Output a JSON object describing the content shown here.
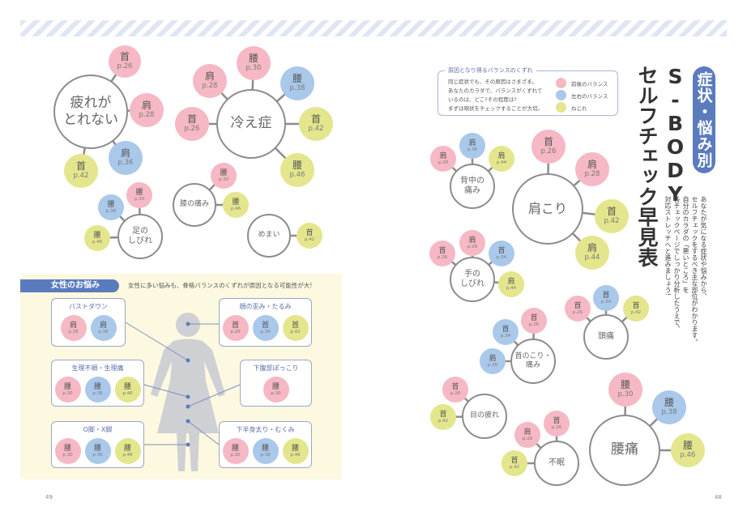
{
  "colors": {
    "pink": "#f5b8c4",
    "blue": "#a9c8ea",
    "yellow": "#e3e68c",
    "accent": "#5b7bbf"
  },
  "clusters": [
    {
      "label": "疲れが\nとれない",
      "bubbles": [
        {
          "part": "首",
          "page": "p.26",
          "type": "pink"
        },
        {
          "part": "肩",
          "page": "p.28",
          "type": "pink"
        },
        {
          "part": "肩",
          "page": "p.36",
          "type": "blue"
        },
        {
          "part": "首",
          "page": "p.42",
          "type": "yellow"
        }
      ]
    },
    {
      "label": "冷え症",
      "bubbles": [
        {
          "part": "肩",
          "page": "p.28",
          "type": "pink"
        },
        {
          "part": "腰",
          "page": "p.30",
          "type": "pink"
        },
        {
          "part": "腰",
          "page": "p.38",
          "type": "blue"
        },
        {
          "part": "首",
          "page": "p.42",
          "type": "yellow"
        },
        {
          "part": "腰",
          "page": "p.46",
          "type": "yellow"
        },
        {
          "part": "首",
          "page": "p.26",
          "type": "pink"
        }
      ]
    },
    {
      "label": "足の\nしびれ",
      "bubbles": [
        {
          "part": "腰",
          "page": "p.30",
          "type": "pink"
        },
        {
          "part": "腰",
          "page": "p.38",
          "type": "blue"
        },
        {
          "part": "腰",
          "page": "p.46",
          "type": "yellow"
        }
      ]
    },
    {
      "label": "膝の痛み",
      "bubbles": [
        {
          "part": "腰",
          "page": "p.30",
          "type": "pink"
        },
        {
          "part": "腰",
          "page": "p.46",
          "type": "yellow"
        }
      ]
    },
    {
      "label": "めまい",
      "bubbles": [
        {
          "part": "首",
          "page": "p.42",
          "type": "yellow"
        }
      ]
    },
    {
      "label": "背中の\n痛み",
      "bubbles": [
        {
          "part": "肩",
          "page": "p.28",
          "type": "pink"
        },
        {
          "part": "肩",
          "page": "p.36",
          "type": "blue"
        },
        {
          "part": "肩",
          "page": "p.44",
          "type": "yellow"
        }
      ]
    },
    {
      "label": "肩こり",
      "bubbles": [
        {
          "part": "首",
          "page": "p.26",
          "type": "pink"
        },
        {
          "part": "肩",
          "page": "p.28",
          "type": "pink"
        },
        {
          "part": "首",
          "page": "p.42",
          "type": "yellow"
        },
        {
          "part": "肩",
          "page": "p.44",
          "type": "yellow"
        }
      ]
    },
    {
      "label": "手の\nしびれ",
      "bubbles": [
        {
          "part": "首",
          "page": "p.26",
          "type": "pink"
        },
        {
          "part": "肩",
          "page": "p.28",
          "type": "pink"
        },
        {
          "part": "首",
          "page": "p.34",
          "type": "blue"
        },
        {
          "part": "肩",
          "page": "p.44",
          "type": "yellow"
        }
      ]
    },
    {
      "label": "頭痛",
      "bubbles": [
        {
          "part": "首",
          "page": "p.26",
          "type": "pink"
        },
        {
          "part": "首",
          "page": "p.34",
          "type": "blue"
        },
        {
          "part": "首",
          "page": "p.42",
          "type": "yellow"
        }
      ]
    },
    {
      "label": "首のこり・\n痛み",
      "bubbles": [
        {
          "part": "首",
          "page": "p.26",
          "type": "pink"
        },
        {
          "part": "首",
          "page": "p.34",
          "type": "blue"
        },
        {
          "part": "肩",
          "page": "p.36",
          "type": "blue"
        }
      ]
    },
    {
      "label": "目の疲れ",
      "bubbles": [
        {
          "part": "首",
          "page": "p.26",
          "type": "pink"
        },
        {
          "part": "首",
          "page": "p.42",
          "type": "yellow"
        }
      ]
    },
    {
      "label": "不眠",
      "bubbles": [
        {
          "part": "首",
          "page": "p.26",
          "type": "pink"
        },
        {
          "part": "肩",
          "page": "p.28",
          "type": "pink"
        },
        {
          "part": "首",
          "page": "p.42",
          "type": "yellow"
        }
      ]
    },
    {
      "label": "腰痛",
      "bubbles": [
        {
          "part": "腰",
          "page": "p.30",
          "type": "pink"
        },
        {
          "part": "腰",
          "page": "p.38",
          "type": "blue"
        },
        {
          "part": "腰",
          "page": "p.46",
          "type": "yellow"
        }
      ]
    }
  ],
  "women": {
    "title": "女性のお悩み",
    "subtitle": "女性に多い悩みも、骨格バランスのくずれが原因となる可能性が大!",
    "items": [
      {
        "title": "バストダウン",
        "bubbles": [
          {
            "part": "肩",
            "page": "p.28",
            "type": "pink"
          },
          {
            "part": "肩",
            "page": "p.36",
            "type": "blue"
          }
        ]
      },
      {
        "title": "顔の歪み・たるみ",
        "bubbles": [
          {
            "part": "首",
            "page": "p.26",
            "type": "pink"
          },
          {
            "part": "首",
            "page": "p.34",
            "type": "blue"
          },
          {
            "part": "首",
            "page": "p.42",
            "type": "yellow"
          }
        ]
      },
      {
        "title": "生理不順・生理痛",
        "bubbles": [
          {
            "part": "腰",
            "page": "p.30",
            "type": "pink"
          },
          {
            "part": "腰",
            "page": "p.38",
            "type": "blue"
          },
          {
            "part": "腰",
            "page": "p.46",
            "type": "yellow"
          }
        ]
      },
      {
        "title": "下腹部ぽっこり",
        "bubbles": [
          {
            "part": "腰",
            "page": "p.30",
            "type": "pink"
          }
        ]
      },
      {
        "title": "O脚・X脚",
        "bubbles": [
          {
            "part": "腰",
            "page": "p.30",
            "type": "pink"
          },
          {
            "part": "腰",
            "page": "p.38",
            "type": "blue"
          },
          {
            "part": "腰",
            "page": "p.46",
            "type": "yellow"
          }
        ]
      },
      {
        "title": "下半身太り・むくみ",
        "bubbles": [
          {
            "part": "腰",
            "page": "p.30",
            "type": "pink"
          },
          {
            "part": "腰",
            "page": "p.38",
            "type": "blue"
          },
          {
            "part": "腰",
            "page": "p.46",
            "type": "yellow"
          }
        ]
      }
    ]
  },
  "legend": {
    "title": "原因となり得るバランスのくずれ",
    "body": "同じ症状でも、その原因はさまざま。\nあなたのカラダで、バランスがくずれて\nいるのは、どこ?その程度は?\nまずは現状をチェックすることが大切。",
    "items": [
      {
        "label": "前後のバランス",
        "type": "pink"
      },
      {
        "label": "左右のバランス",
        "type": "blue"
      },
      {
        "label": "ねじれ",
        "type": "yellow"
      }
    ]
  },
  "header": {
    "tag": "症状・悩み別",
    "title": "S-BODY\nセルフチェック早見表",
    "body": "あなたが気になる症状や悩みから、\nセルフチェックをするべき主な部位がわかります。\n自分のカラダの「悪いところ」を\n各チェックページでしっかり分析したうえで、\n対応ストレッチへと進みましょう!"
  },
  "page_numbers": {
    "left": "49",
    "right": "48"
  }
}
